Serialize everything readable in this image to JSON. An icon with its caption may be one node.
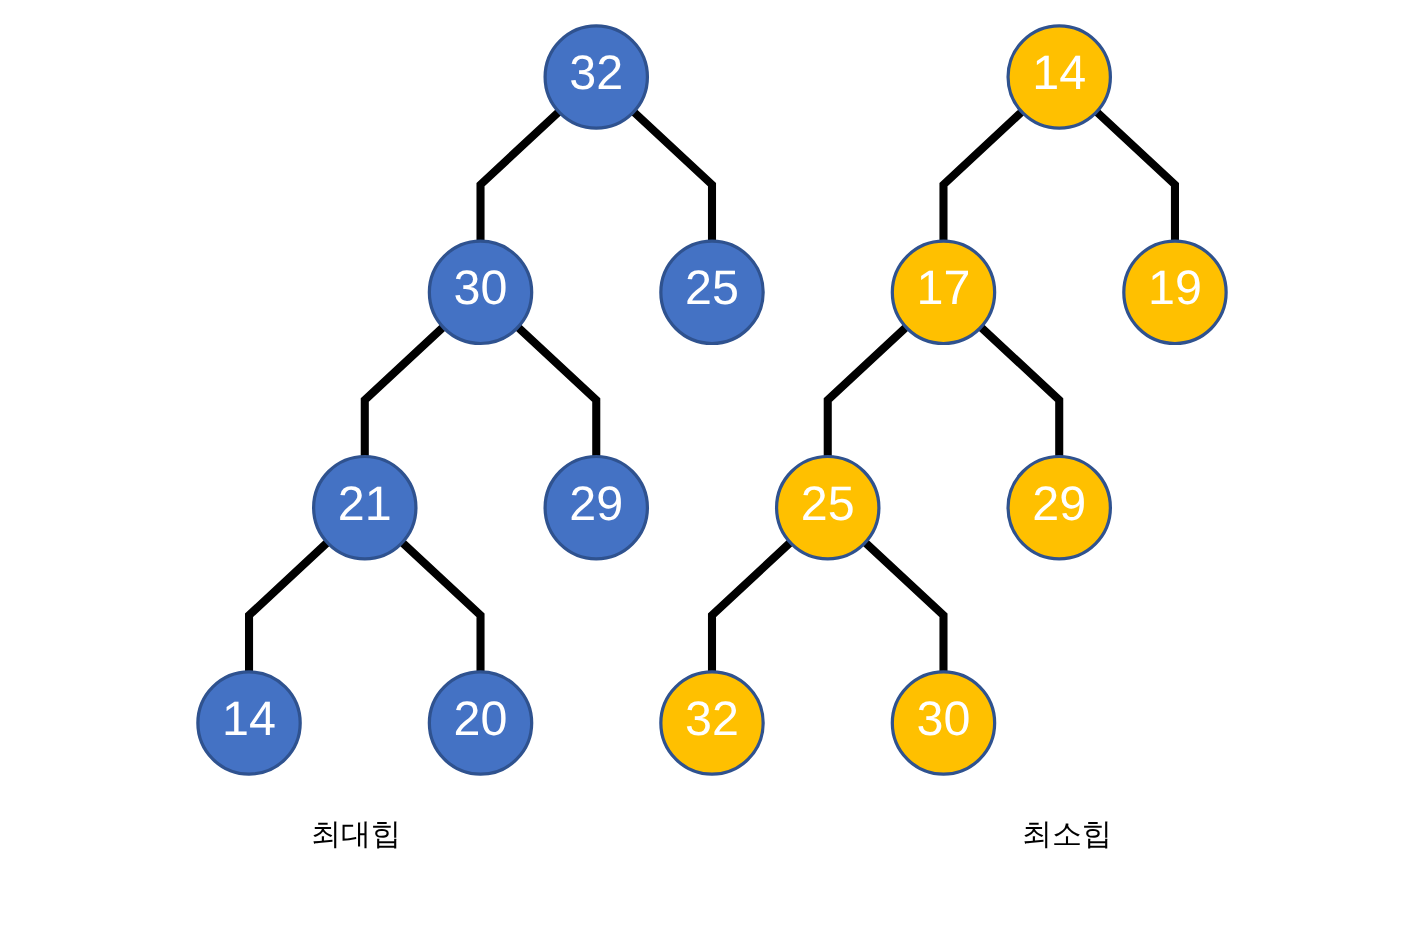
{
  "diagram": {
    "nodes": [
      {
        "text": [
          "32"
        ]
      },
      {
        "text": [
          "30"
        ]
      },
      {
        "text": [
          "25"
        ]
      },
      {
        "text": [
          "21"
        ]
      },
      {
        "text": [
          "29"
        ]
      },
      {
        "text": [
          "14"
        ]
      },
      {
        "text": [
          "20"
        ]
      },
      {
        "text": [
          "14"
        ]
      },
      {
        "text": [
          "17"
        ]
      },
      {
        "text": [
          "19"
        ]
      },
      {
        "text": [
          "25"
        ]
      },
      {
        "text": [
          "29"
        ]
      },
      {
        "text": [
          "32"
        ]
      },
      {
        "text": [
          "30"
        ]
      }
    ],
    "edges": [
      {
        "from": 0,
        "to": 1,
        "arrow": "none"
      },
      {
        "from": 0,
        "to": 2,
        "arrow": "none"
      },
      {
        "from": 1,
        "to": 3,
        "arrow": "none"
      },
      {
        "from": 1,
        "to": 4,
        "arrow": "none"
      },
      {
        "from": 3,
        "to": 5,
        "arrow": "none"
      },
      {
        "from": 3,
        "to": 6,
        "arrow": "none"
      },
      {
        "from": 7,
        "to": 8,
        "arrow": "none"
      },
      {
        "from": 7,
        "to": 9,
        "arrow": "none"
      },
      {
        "from": 8,
        "to": 10,
        "arrow": "none"
      },
      {
        "from": 8,
        "to": 11,
        "arrow": "none"
      },
      {
        "from": 10,
        "to": 12,
        "arrow": "none"
      },
      {
        "from": 10,
        "to": 13,
        "arrow": "none"
      }
    ],
    "labels": [
      "최대힙",
      "최소힙"
    ]
  }
}
